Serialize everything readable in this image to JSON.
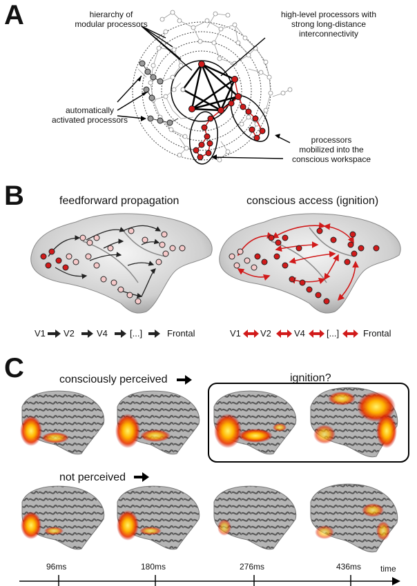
{
  "panel_a": {
    "letter": "A",
    "label_hierarchy": "hierarchy of\nmodular processors",
    "label_high_level": "high-level processors with\nstrong long-distance\ninterconnectivity",
    "label_auto": "automatically\nactivated processors",
    "label_mobilized": "processors\nmobilized into the\nconscious workspace"
  },
  "panel_b": {
    "letter": "B",
    "left_title": "feedforward propagation",
    "right_title": "conscious access (ignition)",
    "left_stages": [
      "V1",
      "V2",
      "V4",
      "[...]",
      "Frontal"
    ],
    "right_stages": [
      "V1",
      "V2",
      "V4",
      "[...]",
      "Frontal"
    ]
  },
  "panel_c": {
    "letter": "C",
    "row1_label": "consciously perceived",
    "row2_label": "not perceived",
    "box_label": "ignition?",
    "times": [
      "96ms",
      "180ms",
      "276ms",
      "436ms"
    ],
    "axis_label": "time"
  },
  "colors": {
    "red_node": "#d11a1a",
    "pink_node": "#f6c9c9",
    "gray_node": "#9a9a9a",
    "brain_gray": "#bdbdbd"
  }
}
